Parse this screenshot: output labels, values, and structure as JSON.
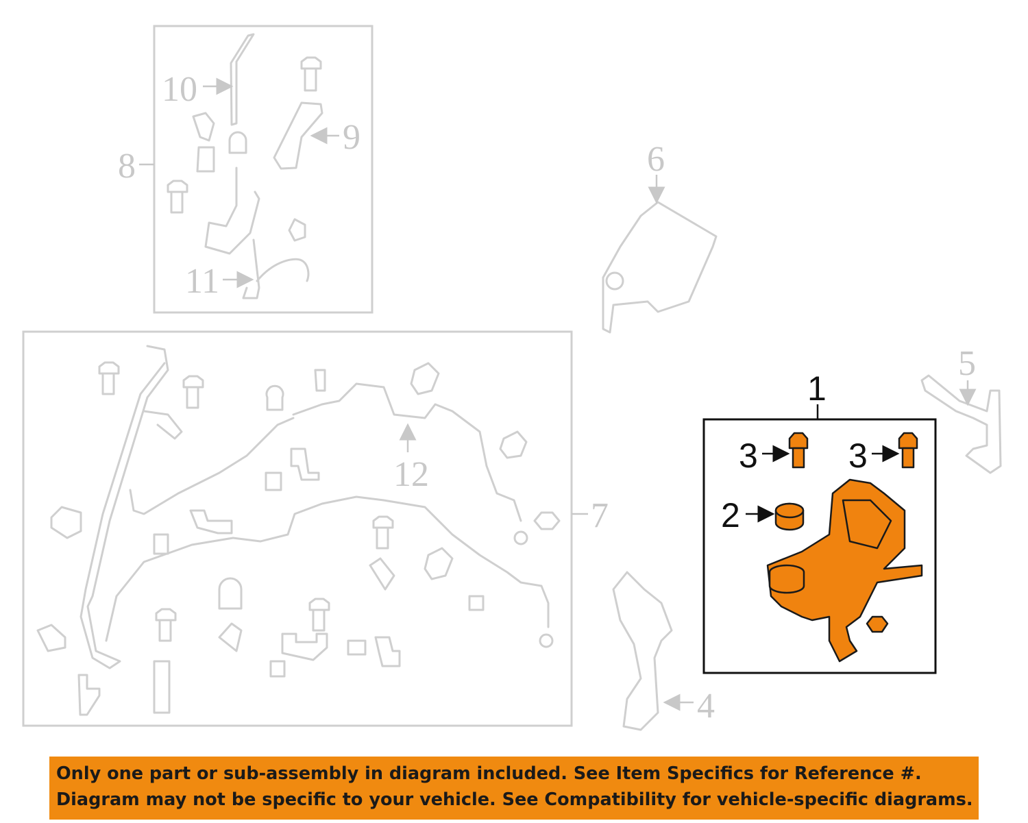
{
  "diagram": {
    "callouts": {
      "c1": "1",
      "c2": "2",
      "c3a": "3",
      "c3b": "3",
      "c4": "4",
      "c5": "5",
      "c6": "6",
      "c7": "7",
      "c8": "8",
      "c9": "9",
      "c10": "10",
      "c11": "11",
      "c12": "12"
    },
    "highlight_color": "#f0830f",
    "gray_line_color": "#cfcfcf"
  },
  "disclaimer": {
    "line1": "Only one part or sub-assembly in diagram included. See Item Specifics for Reference #.",
    "line2": "Diagram may not be specific to your vehicle. See Compatibility for vehicle-specific diagrams."
  }
}
